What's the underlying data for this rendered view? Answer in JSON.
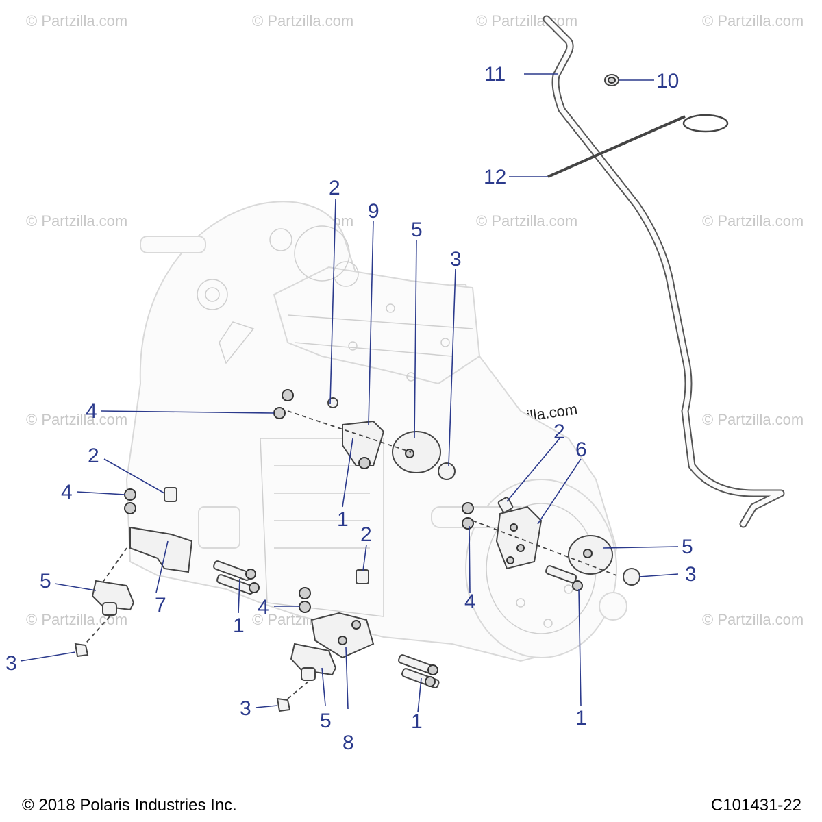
{
  "watermark": {
    "text": "© Partzilla.com",
    "text_overlay": "© Partzilla.com"
  },
  "callouts": [
    {
      "id": "c1a",
      "label": "1"
    },
    {
      "id": "c1b",
      "label": "1"
    },
    {
      "id": "c1c",
      "label": "1"
    },
    {
      "id": "c1d",
      "label": "1"
    },
    {
      "id": "c2a",
      "label": "2"
    },
    {
      "id": "c2b",
      "label": "2"
    },
    {
      "id": "c2c",
      "label": "2"
    },
    {
      "id": "c2d",
      "label": "2"
    },
    {
      "id": "c3a",
      "label": "3"
    },
    {
      "id": "c3b",
      "label": "3"
    },
    {
      "id": "c3c",
      "label": "3"
    },
    {
      "id": "c3d",
      "label": "3"
    },
    {
      "id": "c4a",
      "label": "4"
    },
    {
      "id": "c4b",
      "label": "4"
    },
    {
      "id": "c4c",
      "label": "4"
    },
    {
      "id": "c4d",
      "label": "4"
    },
    {
      "id": "c5a",
      "label": "5"
    },
    {
      "id": "c5b",
      "label": "5"
    },
    {
      "id": "c5c",
      "label": "5"
    },
    {
      "id": "c5d",
      "label": "5"
    },
    {
      "id": "c6",
      "label": "6"
    },
    {
      "id": "c7",
      "label": "7"
    },
    {
      "id": "c8",
      "label": "8"
    },
    {
      "id": "c9",
      "label": "9"
    },
    {
      "id": "c10",
      "label": "10"
    },
    {
      "id": "c11",
      "label": "11"
    },
    {
      "id": "c12",
      "label": "12"
    }
  ],
  "footer": {
    "copyright": "© 2018 Polaris Industries Inc.",
    "drawing_id": "C101431-22"
  },
  "colors": {
    "callout": "#2b3a8c",
    "watermark": "#c8c8c8"
  }
}
